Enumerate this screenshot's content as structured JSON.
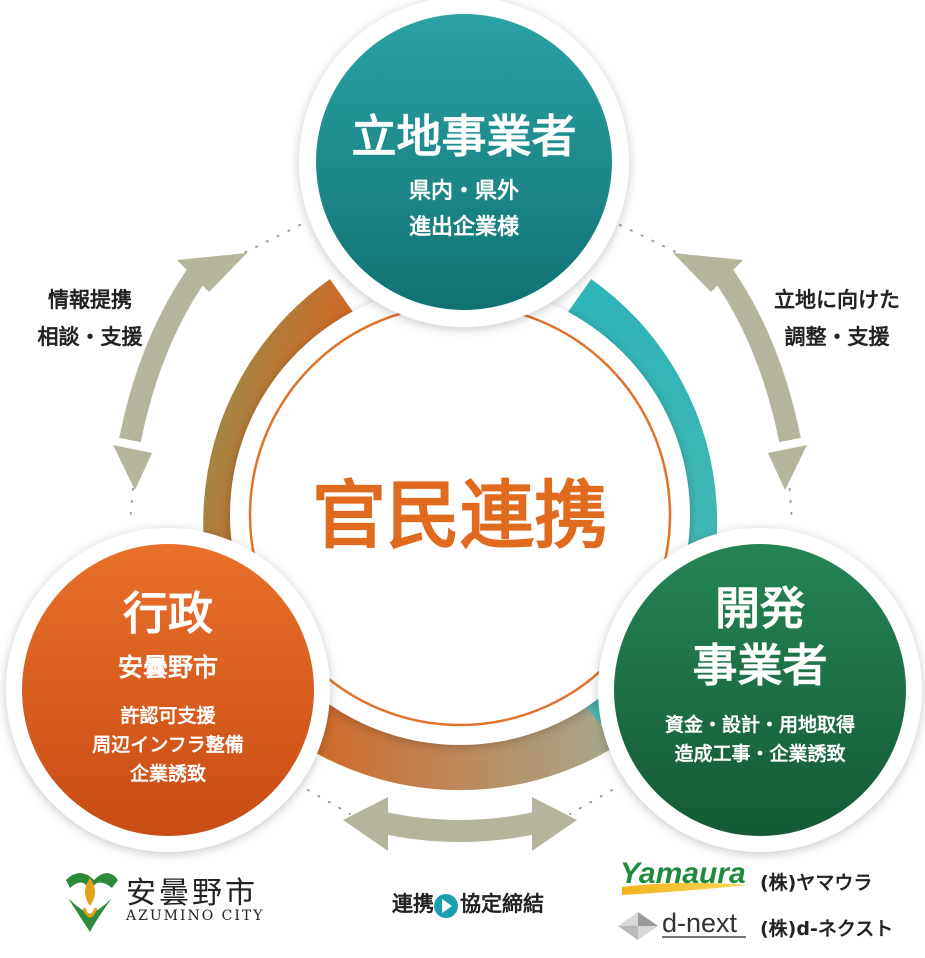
{
  "center": {
    "title": "官民連携"
  },
  "nodes": {
    "company": {
      "title": "立地事業者",
      "line1": "県内・県外",
      "line2": "進出企業様"
    },
    "gov": {
      "title": "行政",
      "subtitle": "安曇野市",
      "line1": "許認可支援",
      "line2": "周辺インフラ整備",
      "line3": "企業誘致"
    },
    "dev": {
      "title1": "開発",
      "title2": "事業者",
      "line1": "資金・設計・用地取得",
      "line2": "造成工事・企業誘致"
    }
  },
  "relations": {
    "left": {
      "line1": "情報提携",
      "line2": "相談・支援"
    },
    "right": {
      "line1": "立地に向けた",
      "line2": "調整・支援"
    },
    "bottom": {
      "before": "連携",
      "after": "協定締結"
    }
  },
  "logos": {
    "city": {
      "name": "安曇野市",
      "roman": "AZUMINO CITY"
    },
    "yamaura": {
      "mark": "Yamaura",
      "name": "(株)ヤマウラ"
    },
    "dnext": {
      "mark": "d-next",
      "name": "(株)d-ネクスト"
    }
  },
  "colors": {
    "teal": "#1a8a8c",
    "orange": "#de5a1c",
    "green": "#1c6e44",
    "arrow": "#b5b49c",
    "center_text": "#e06a1e"
  },
  "icons": [
    "chevron-right-icon",
    "city-emblem-icon",
    "d-next-diamond-icon"
  ]
}
